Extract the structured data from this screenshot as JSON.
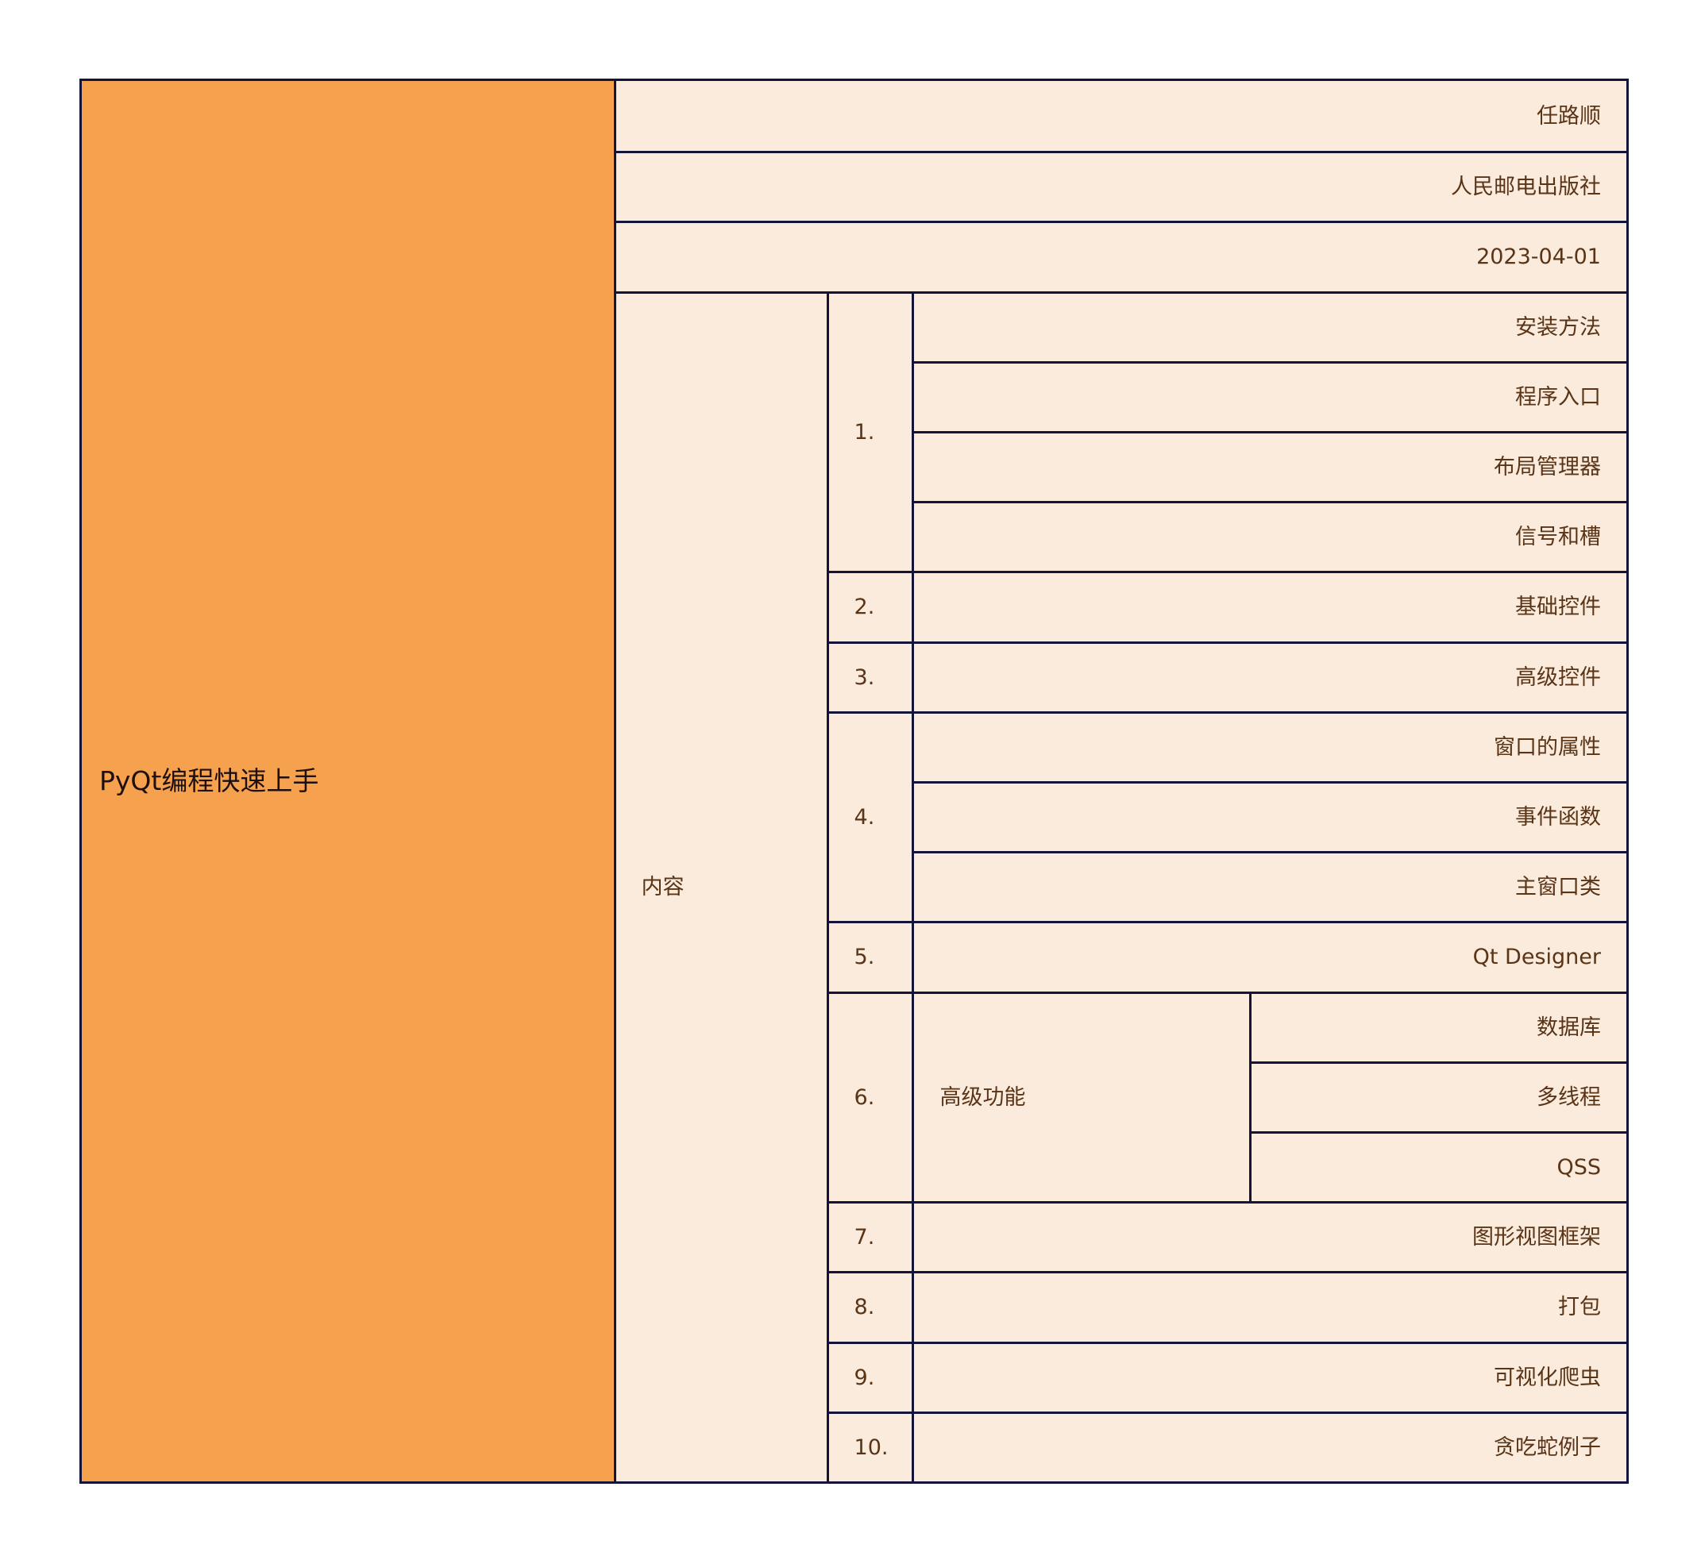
{
  "root": {
    "label": "PyQt编程快速上手"
  },
  "meta": {
    "author": "任路顺",
    "publisher": "人民邮电出版社",
    "date": "2023-04-01"
  },
  "content": {
    "label": "内容",
    "chapters": [
      {
        "number": "1.",
        "topics": [
          "安装方法",
          "程序入口",
          "布局管理器",
          "信号和槽"
        ]
      },
      {
        "number": "2.",
        "title": "基础控件"
      },
      {
        "number": "3.",
        "title": "高级控件"
      },
      {
        "number": "4.",
        "topics": [
          "窗口的属性",
          "事件函数",
          "主窗口类"
        ]
      },
      {
        "number": "5.",
        "title": "Qt Designer"
      },
      {
        "number": "6.",
        "title": "高级功能",
        "topics": [
          "数据库",
          "多线程",
          "QSS"
        ]
      },
      {
        "number": "7.",
        "title": "图形视图框架"
      },
      {
        "number": "8.",
        "title": "打包"
      },
      {
        "number": "9.",
        "title": "可视化爬虫"
      },
      {
        "number": "10.",
        "title": "贪吃蛇例子"
      }
    ]
  },
  "colors": {
    "root_fill": "#f5a14e",
    "cell_fill": "#fbebdd",
    "border": "#14143a",
    "text": "#5a3416"
  }
}
